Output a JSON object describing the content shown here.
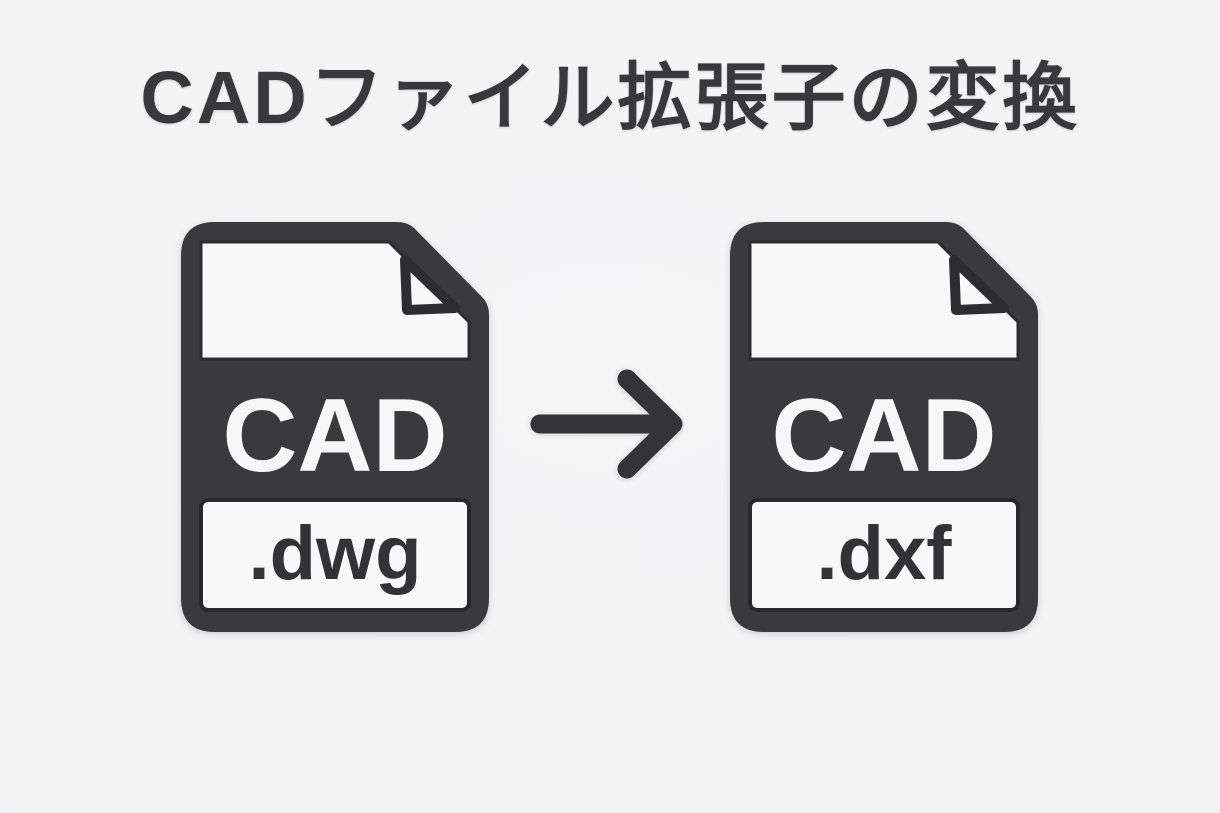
{
  "title": "CADファイル拡張子の変換",
  "conversion": {
    "source": {
      "format": "CAD",
      "extension": ".dwg"
    },
    "arrow": "right-arrow",
    "target": {
      "format": "CAD",
      "extension": ".dxf"
    }
  },
  "colors": {
    "background": "#f3f3f4",
    "ink": "#3a3a3c",
    "paper": "#f8f8f8",
    "outline": "#29292b",
    "title_text": "#39393b",
    "extension_text": "#333335"
  }
}
